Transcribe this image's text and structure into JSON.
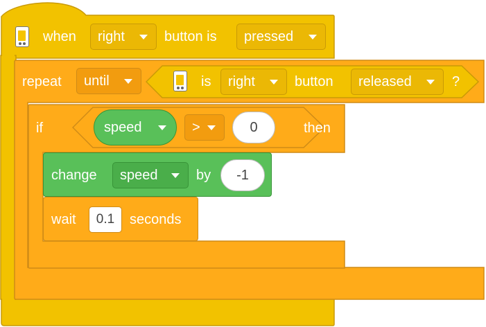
{
  "when_block": {
    "when_label": "when",
    "button_value": "right",
    "button_is_label": "button is",
    "state_value": "pressed"
  },
  "repeat_block": {
    "repeat_label": "repeat",
    "mode_value": "until",
    "is_label": "is",
    "button_value": "right",
    "button_label": "button",
    "state_value": "released",
    "question_mark": "?"
  },
  "if_block": {
    "if_label": "if",
    "variable_value": "speed",
    "operator_value": ">",
    "compare_value": "0",
    "then_label": "then"
  },
  "change_block": {
    "change_label": "change",
    "variable_value": "speed",
    "by_label": "by",
    "amount_value": "-1"
  },
  "wait_block": {
    "wait_label": "wait",
    "duration_value": "0.1",
    "seconds_label": "seconds"
  },
  "icons": {
    "hub": "hub-icon"
  },
  "colors": {
    "event": "#F2C200",
    "control": "#FFAB19",
    "variables": "#59C059"
  }
}
